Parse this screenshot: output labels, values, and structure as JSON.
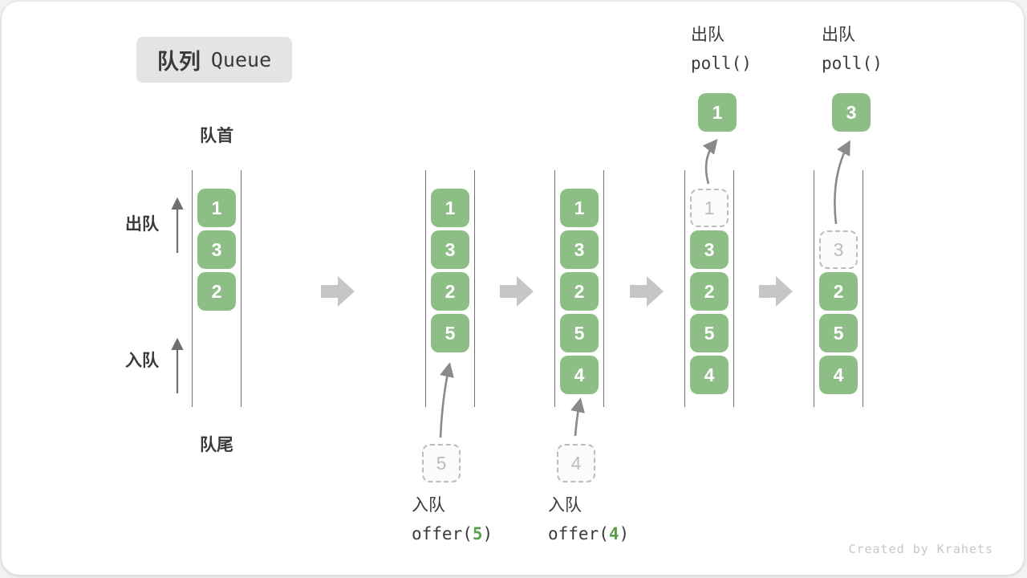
{
  "title": {
    "zh": "队列",
    "en": "Queue"
  },
  "side_labels": {
    "front": "队首",
    "rear": "队尾",
    "dequeue": "出队",
    "enqueue": "入队"
  },
  "queues": [
    {
      "slots": [
        {
          "value": "1",
          "state": "filled"
        },
        {
          "value": "3",
          "state": "filled"
        },
        {
          "value": "2",
          "state": "filled"
        }
      ]
    },
    {
      "slots": [
        {
          "value": "1",
          "state": "filled"
        },
        {
          "value": "3",
          "state": "filled"
        },
        {
          "value": "2",
          "state": "filled"
        },
        {
          "value": "5",
          "state": "filled"
        }
      ]
    },
    {
      "slots": [
        {
          "value": "1",
          "state": "filled"
        },
        {
          "value": "3",
          "state": "filled"
        },
        {
          "value": "2",
          "state": "filled"
        },
        {
          "value": "5",
          "state": "filled"
        },
        {
          "value": "4",
          "state": "filled"
        }
      ]
    },
    {
      "slots": [
        {
          "value": "1",
          "state": "removed"
        },
        {
          "value": "3",
          "state": "filled"
        },
        {
          "value": "2",
          "state": "filled"
        },
        {
          "value": "5",
          "state": "filled"
        },
        {
          "value": "4",
          "state": "filled"
        }
      ]
    },
    {
      "slots": [
        {
          "value": "3",
          "state": "removed"
        },
        {
          "value": "2",
          "state": "filled"
        },
        {
          "value": "5",
          "state": "filled"
        },
        {
          "value": "4",
          "state": "filled"
        }
      ]
    }
  ],
  "operations": {
    "enqueue5": {
      "label": "入队",
      "code_pre": "offer(",
      "arg": "5",
      "code_post": ")",
      "incoming_value": "5"
    },
    "enqueue4": {
      "label": "入队",
      "code_pre": "offer(",
      "arg": "4",
      "code_post": ")",
      "incoming_value": "4"
    },
    "poll1": {
      "label": "出队",
      "code": "poll()",
      "out_value": "1"
    },
    "poll2": {
      "label": "出队",
      "code": "poll()",
      "out_value": "3"
    }
  },
  "colors": {
    "green": "#8dbe85",
    "accent_green": "#5d9e4e",
    "arrow_gray": "#c6c6c6",
    "wall_gray": "#6f6f6f",
    "dash_gray": "#bcbcbc",
    "text_dark": "#3a3a3a",
    "credit_gray": "#c8c8c8"
  },
  "credit": "Created by Krahets"
}
